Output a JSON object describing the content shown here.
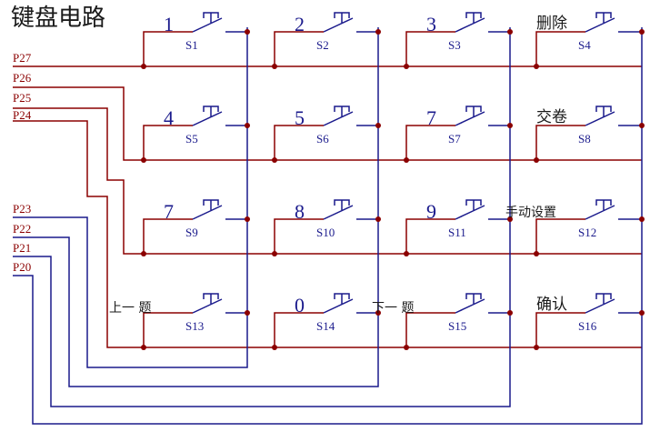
{
  "title": "键盘电路",
  "nets": {
    "rows": [
      "P27",
      "P26",
      "P25",
      "P24"
    ],
    "cols": [
      "P23",
      "P22",
      "P21",
      "P20"
    ]
  },
  "keys": [
    {
      "id": "S1",
      "label": "1"
    },
    {
      "id": "S2",
      "label": "2"
    },
    {
      "id": "S3",
      "label": "3"
    },
    {
      "id": "S4",
      "label": "删除"
    },
    {
      "id": "S5",
      "label": "4"
    },
    {
      "id": "S6",
      "label": "5"
    },
    {
      "id": "S7",
      "label": "7"
    },
    {
      "id": "S8",
      "label": "交卷"
    },
    {
      "id": "S9",
      "label": "7"
    },
    {
      "id": "S10",
      "label": "8"
    },
    {
      "id": "S11",
      "label": "9"
    },
    {
      "id": "S12",
      "label": "手动设置"
    },
    {
      "id": "S13",
      "label": "上一 题"
    },
    {
      "id": "S14",
      "label": "0"
    },
    {
      "id": "S15",
      "label": "下一 题"
    },
    {
      "id": "S16",
      "label": "确认"
    }
  ],
  "colors": {
    "row_wire": "#8b0000",
    "col_wire": "#1a1a8c"
  }
}
